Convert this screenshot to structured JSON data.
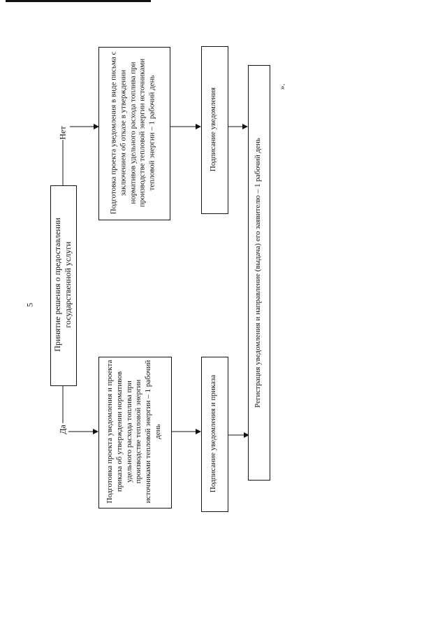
{
  "page_number": "5",
  "decision": {
    "text": "Принятие решения о предоставлении государственной услуги"
  },
  "branch_yes": {
    "label": "Да"
  },
  "branch_no": {
    "label": "Нет"
  },
  "yes_prepare": {
    "text": "Подготовка проекта уведомления и проекта приказа об утверждении нормативов удельного расхода топлива при производстве тепловой энергии источниками тепловой энергии – 1 рабочий день"
  },
  "no_prepare": {
    "text": "Подготовка проекта уведомления в виде письма с заключением об отказе в утверждении нормативов удельного расхода топлива при производстве тепловой энергии источниками тепловой энергии – 1 рабочий день"
  },
  "yes_sign": {
    "text": "Подписание уведомления и приказа"
  },
  "no_sign": {
    "text": "Подписание уведомления"
  },
  "registration": {
    "text": "Регистрация уведомления и направление (выдача) его заявителю – 1 рабочий день"
  },
  "closing_mark": {
    "text": "»."
  }
}
